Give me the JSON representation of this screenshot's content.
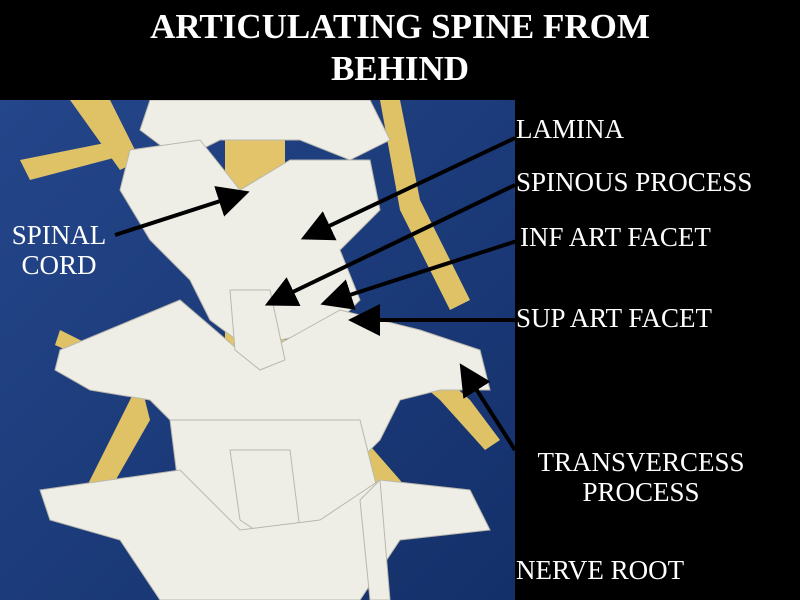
{
  "title": {
    "line1": "ARTICULATING SPINE FROM",
    "line2": "BEHIND"
  },
  "labels": {
    "spinal_cord_1": "SPINAL",
    "spinal_cord_2": "CORD",
    "lamina": "LAMINA",
    "spinous_process": "SPINOUS PROCESS",
    "inf_art_facet": "INF ART FACET",
    "sup_art_facet": "SUP ART FACET",
    "transvercess_1": "TRANSVERCESS",
    "transvercess_2": "PROCESS",
    "nerve_root": "NERVE ROOT"
  },
  "colors": {
    "background": "#000000",
    "photo_bg": "#1c3a7a",
    "bone": "#eeeee6",
    "cord": "#e3c46a"
  }
}
